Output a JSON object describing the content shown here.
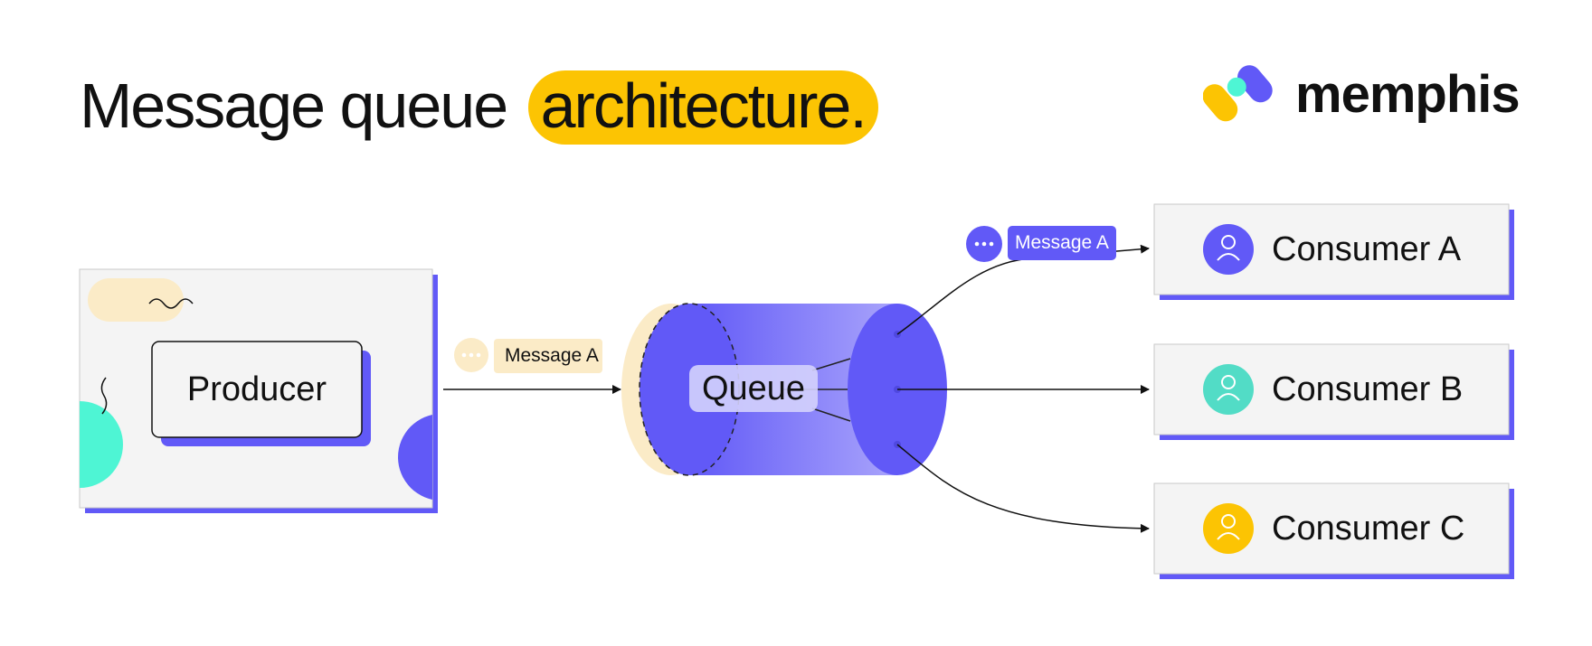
{
  "title": {
    "prefix": "Message queue",
    "highlight": "architecture."
  },
  "brand": {
    "name": "memphis"
  },
  "colors": {
    "purple": "#6159f7",
    "yellow": "#fcc403",
    "light_yellow": "#fbebc7",
    "teal": "#4ef5d4",
    "panel_gray": "#f4f4f4"
  },
  "diagram": {
    "producer": "Producer",
    "queue": "Queue",
    "message_in": "Message A",
    "message_out": "Message A",
    "consumers": [
      {
        "label": "Consumer A",
        "avatar_color": "#6159f7",
        "icon": "user-icon"
      },
      {
        "label": "Consumer B",
        "avatar_color": "#52dcc6",
        "icon": "user-icon"
      },
      {
        "label": "Consumer C",
        "avatar_color": "#fcc403",
        "icon": "user-icon"
      }
    ]
  }
}
